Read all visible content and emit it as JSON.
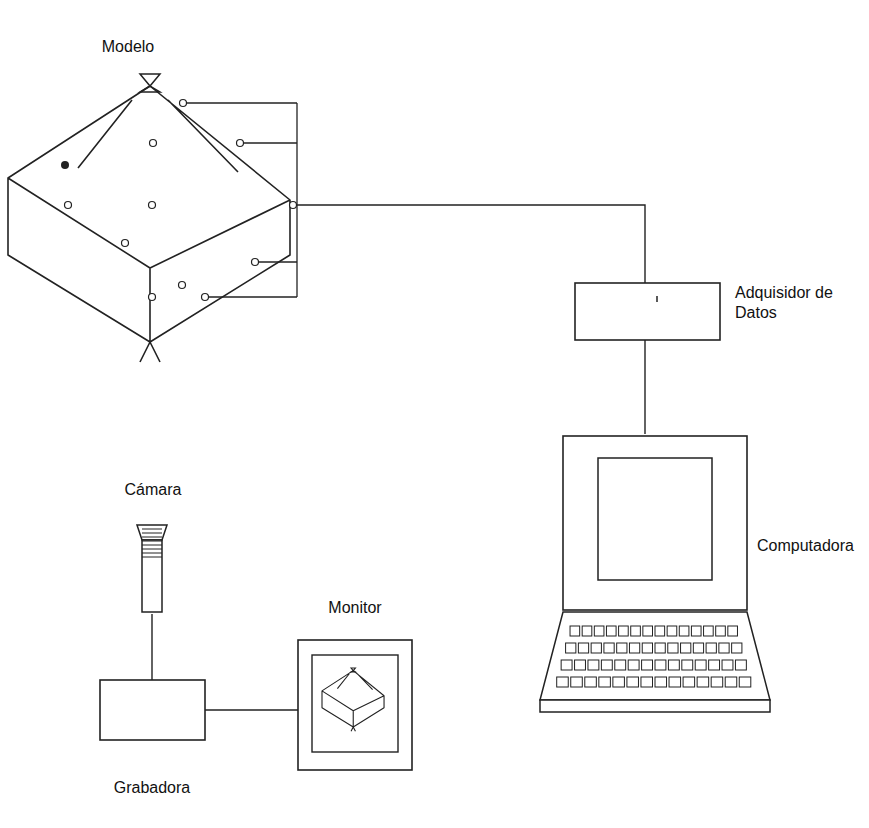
{
  "diagram": {
    "nodes": [
      {
        "text": [
          "Modelo"
        ]
      },
      {
        "text": [
          "Adquisidor de Datos"
        ]
      },
      {
        "text": [
          "Cámara"
        ]
      },
      {
        "text": [
          "Monitor"
        ]
      },
      {
        "text": [
          "Computadora"
        ]
      },
      {
        "text": [
          "Grabadora"
        ]
      }
    ],
    "edges": [
      {
        "from": 0,
        "to": 1,
        "arrow": "none"
      },
      {
        "from": 1,
        "to": 4,
        "arrow": "none"
      },
      {
        "from": 2,
        "to": 5,
        "arrow": "none"
      },
      {
        "from": 5,
        "to": 3,
        "arrow": "none"
      }
    ]
  }
}
